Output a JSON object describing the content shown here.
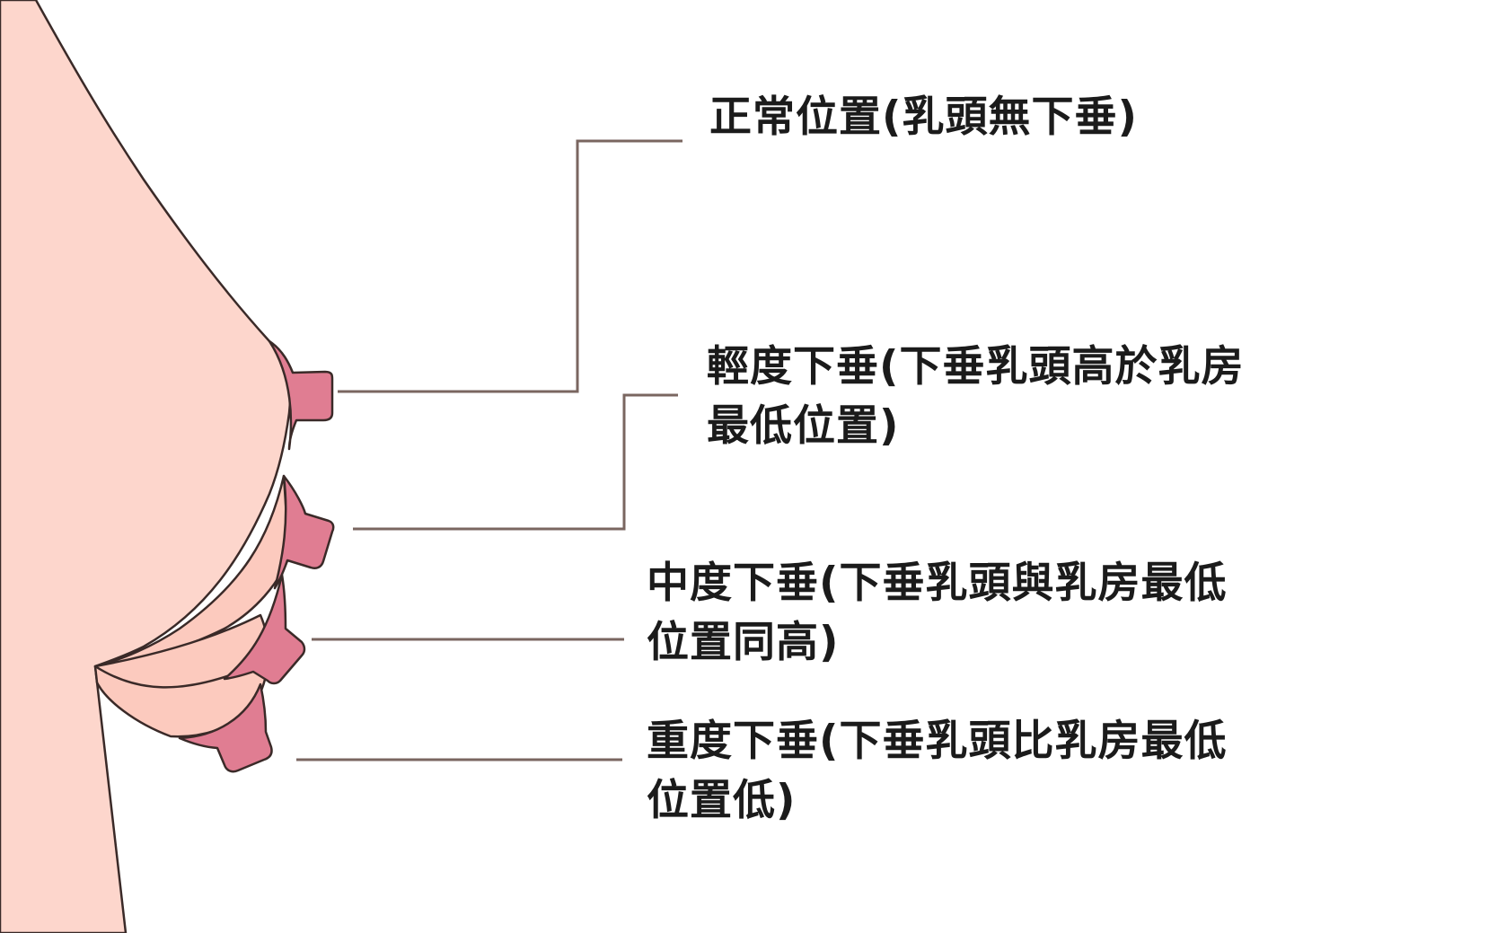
{
  "labels": {
    "normal": {
      "line1": "正常位置(乳頭無下垂)"
    },
    "mild": {
      "line1": "輕度下垂(下垂乳頭高於乳房",
      "line2": "最低位置)"
    },
    "moderate": {
      "line1": "中度下垂(下垂乳頭與乳房最低",
      "line2": "位置同高)"
    },
    "severe": {
      "line1": "重度下垂(下垂乳頭比乳房最低",
      "line2": "位置低)"
    }
  },
  "colors": {
    "skin": "#fdd6cc",
    "skin_mid": "#f9c6bc",
    "nipple": "#e07d92",
    "outline": "#3a2a28",
    "leader_line": "#7a6660",
    "text": "#1b1b1b",
    "background": "#ffffff"
  }
}
